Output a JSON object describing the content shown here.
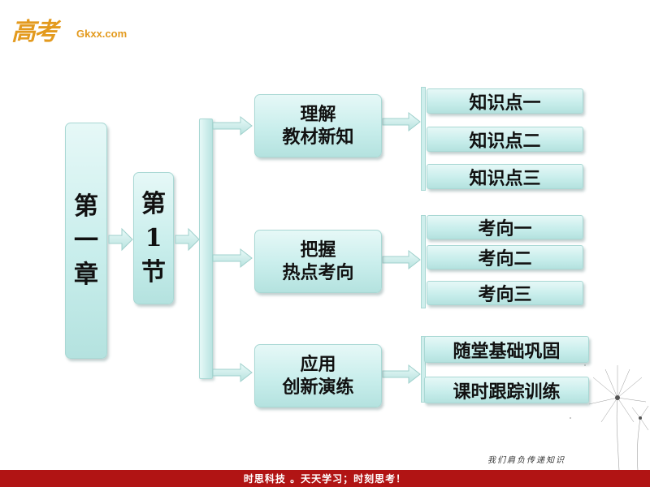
{
  "logo": {
    "cn": "高考",
    "en": "Gkxx.com"
  },
  "chapter": {
    "c1": "第",
    "c2": "一",
    "c3": "章"
  },
  "section": {
    "c1": "第",
    "c2": "1",
    "c3": "节"
  },
  "groups": [
    {
      "line1": "理解",
      "line2": "教材新知",
      "items": [
        "知识点一",
        "知识点二",
        "知识点三"
      ]
    },
    {
      "line1": "把握",
      "line2": "热点考向",
      "items": [
        "考向一",
        "考向二",
        "考向三"
      ]
    },
    {
      "line1": "应用",
      "line2": "创新演练",
      "items": [
        "随堂基础巩固",
        "课时跟踪训练"
      ]
    }
  ],
  "footer": {
    "text": "时思科技 。天天学习；时刻思考！",
    "motto": "我们肩负传递知识"
  },
  "colors": {
    "box": "#c9eeec",
    "footer": "#b11414",
    "logo": "#e39a1e"
  }
}
